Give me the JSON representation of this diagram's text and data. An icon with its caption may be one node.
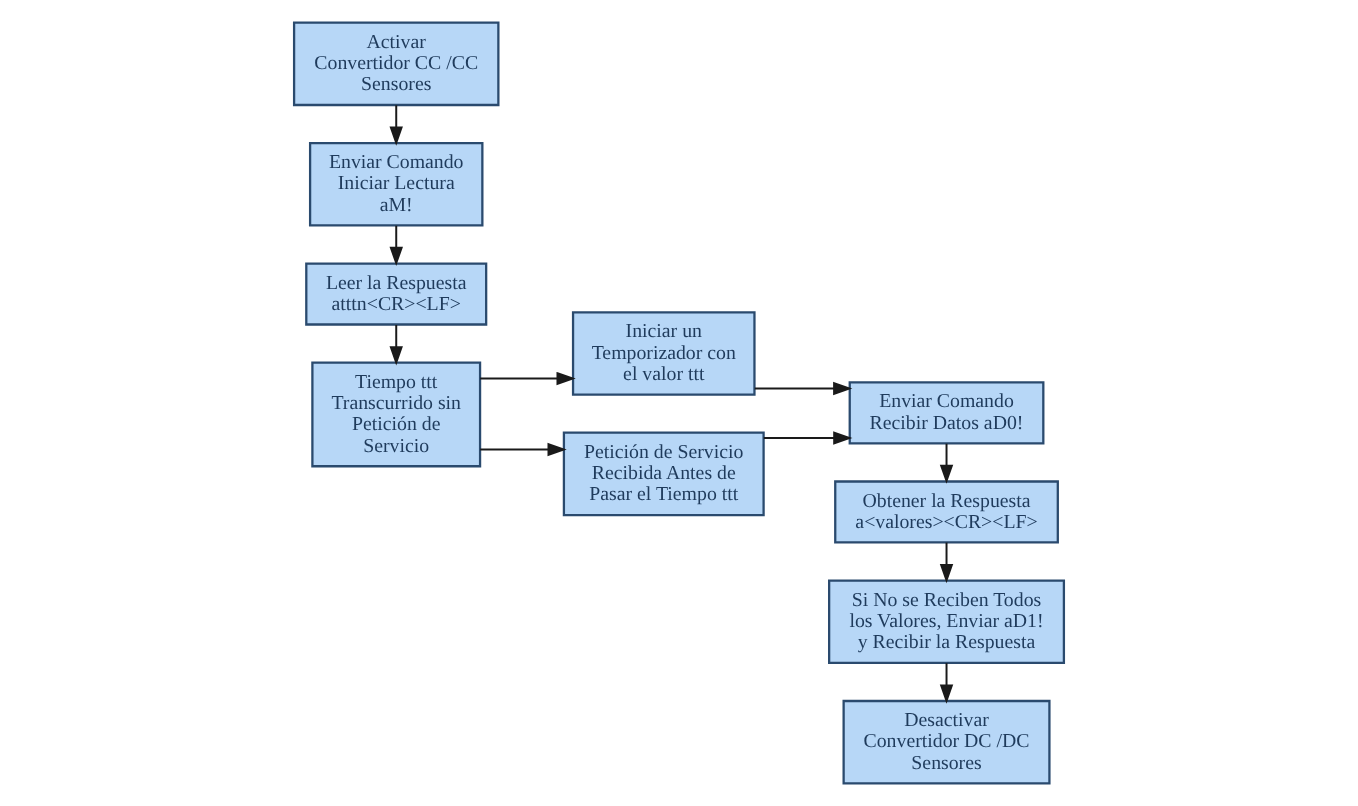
{
  "diagram": {
    "nodes": [
      {
        "text": [
          "Activar Convertidor CC /CC Sensores"
        ]
      },
      {
        "text": [
          "Enviar Comando Iniciar Lectura aM!"
        ]
      },
      {
        "text": [
          "Leer la Respuesta atttn<CR><LF>"
        ]
      },
      {
        "text": [
          "Tiempo ttt Transcurrido sin Petición de Servicio"
        ]
      },
      {
        "text": [
          "Iniciar un Temporizador con el valor ttt"
        ]
      },
      {
        "text": [
          "Petición de Servicio Recibida Antes de Pasar el Tiempo ttt"
        ]
      },
      {
        "text": [
          "Enviar Comando Recibir Datos aD0!"
        ]
      },
      {
        "text": [
          "Obtener la Respuesta a<valores><CR><LF>"
        ]
      },
      {
        "text": [
          "Si No se Reciben Todos los Valores, Enviar aD1! y Recibir la Respuesta"
        ]
      },
      {
        "text": [
          "Desactivar Convertidor DC /DC Sensores"
        ]
      }
    ],
    "edges": [
      {
        "from": 0,
        "to": 1,
        "arrow": "to"
      },
      {
        "from": 1,
        "to": 2,
        "arrow": "to"
      },
      {
        "from": 2,
        "to": 3,
        "arrow": "to"
      },
      {
        "from": 3,
        "to": 4,
        "arrow": "to"
      },
      {
        "from": 3,
        "to": 5,
        "arrow": "to"
      },
      {
        "from": 4,
        "to": 6,
        "arrow": "to"
      },
      {
        "from": 5,
        "to": 6,
        "arrow": "to"
      },
      {
        "from": 6,
        "to": 7,
        "arrow": "to"
      },
      {
        "from": 7,
        "to": 8,
        "arrow": "to"
      },
      {
        "from": 8,
        "to": 9,
        "arrow": "to"
      }
    ]
  }
}
